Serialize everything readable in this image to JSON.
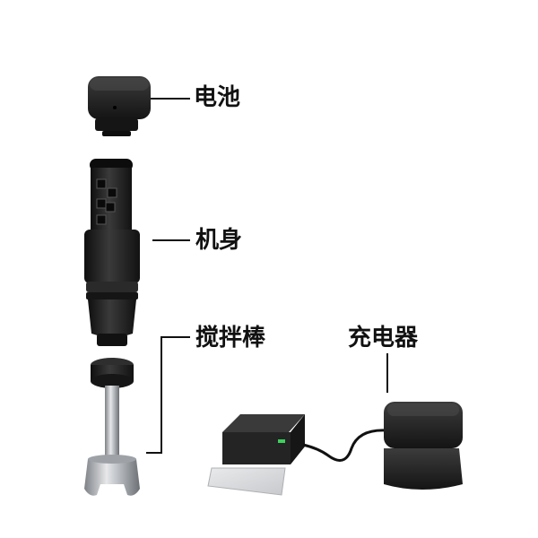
{
  "labels": {
    "battery": "电池",
    "body": "机身",
    "blending_stick": "搅拌棒",
    "charger": "充电器"
  },
  "colors": {
    "part_dark": "#1c1c1c",
    "part_mid": "#2b2b2b",
    "metal": "#b9bcc0",
    "leader_line": "#111111",
    "led": "#3ad15a"
  }
}
